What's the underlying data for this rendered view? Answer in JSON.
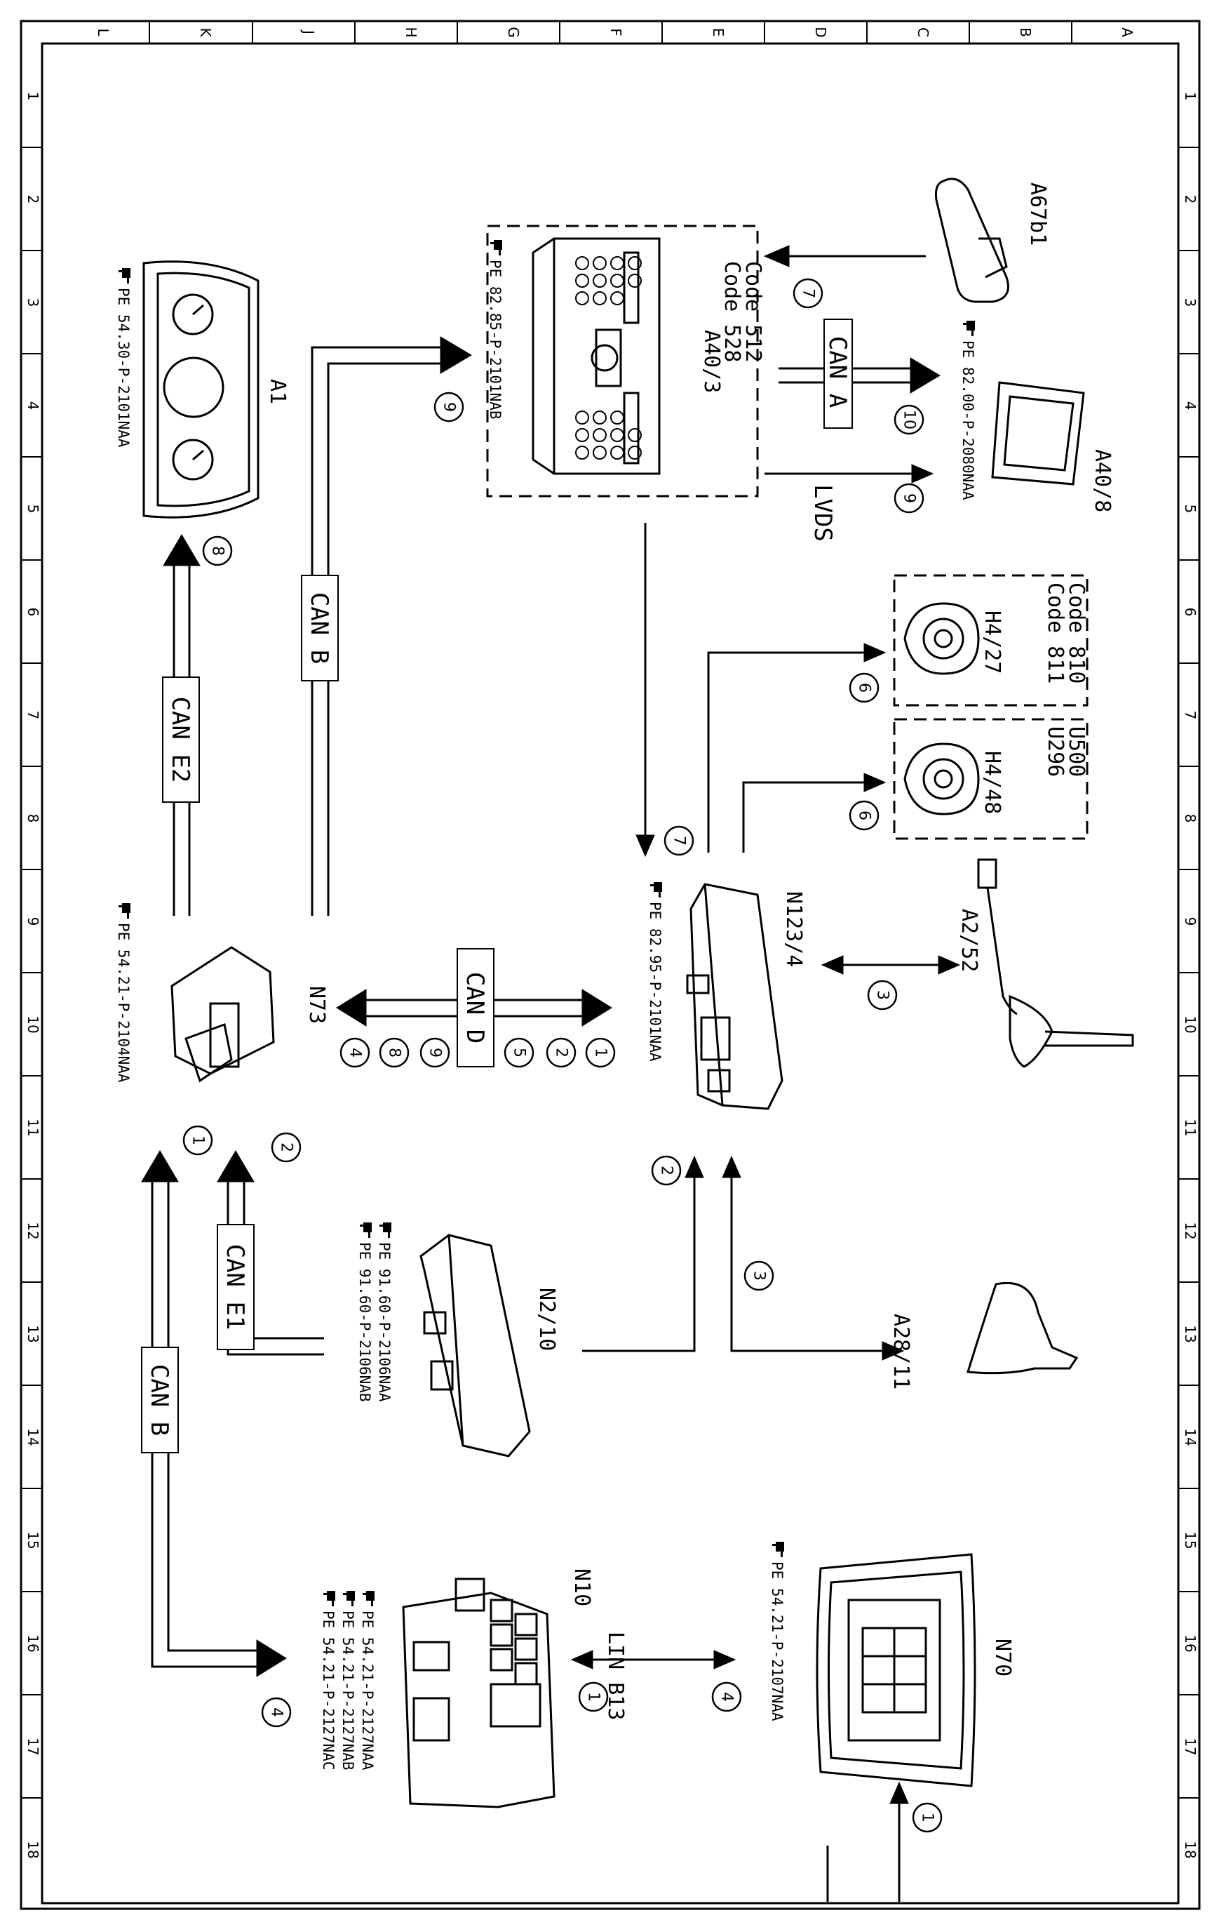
{
  "grid": {
    "columns": [
      "L",
      "K",
      "J",
      "H",
      "G",
      "F",
      "E",
      "D",
      "C",
      "B",
      "A"
    ],
    "rows": [
      "1",
      "2",
      "3",
      "4",
      "5",
      "6",
      "7",
      "8",
      "9",
      "10",
      "11",
      "12",
      "13",
      "14",
      "15",
      "16",
      "17",
      "18"
    ]
  },
  "components": {
    "A67b1": {
      "label": "A67b1"
    },
    "A40_3": {
      "label": "A40/3",
      "codes": [
        "Code 512",
        "Code 528"
      ],
      "ref": "PE 82.85-P-2101NAB"
    },
    "A40_8": {
      "label": "A40/8",
      "ref": "PE 82.00-P-2080NAA"
    },
    "A1": {
      "label": "A1",
      "ref": "PE 54.30-P-2101NAA"
    },
    "H4_27": {
      "label": "H4/27",
      "codes": [
        "Code 810",
        "Code 811"
      ]
    },
    "H4_48": {
      "label": "H4/48",
      "codes": [
        "U500",
        "U296"
      ]
    },
    "N123_4": {
      "label": "N123/4",
      "ref": "PE 82.95-P-2101NAA"
    },
    "A2_52": {
      "label": "A2/52"
    },
    "N73": {
      "label": "N73",
      "ref": "PE 54.21-P-2104NAA"
    },
    "N2_10": {
      "label": "N2/10",
      "refs": [
        "PE 91.60-P-2106NAA",
        "PE 91.60-P-2106NAB"
      ]
    },
    "A28_11": {
      "label": "A28/11"
    },
    "N10": {
      "label": "N10",
      "refs": [
        "PE 54.21-P-2127NAA",
        "PE 54.21-P-2127NAB",
        "PE 54.21-P-2127NAC"
      ]
    },
    "N70": {
      "label": "N70",
      "ref": "PE 54.21-P-2107NAA"
    }
  },
  "buses": {
    "can_a": "CAN A",
    "lvds": "LVDS",
    "can_b_top": "CAN B",
    "can_e2": "CAN E2",
    "can_d": "CAN D",
    "can_e1": "CAN E1",
    "can_b_bottom": "CAN B",
    "lin_b13": "LIN B13"
  },
  "markers": {
    "m7_a67": "7",
    "m10_cana": "10",
    "m9_lvds": "9",
    "m9_canb": "9",
    "m8_a1": "8",
    "m6_h427": "6",
    "m6_h448": "6",
    "m7_n123": "7",
    "m3_a252": "3",
    "m1_cand": "1",
    "m2_cand": "2",
    "m5_cand": "5",
    "m9_cand": "9",
    "m8_cand": "8",
    "m4_cand": "4",
    "m1_n73": "1",
    "m2_n73": "2",
    "m2_n210": "2",
    "m3_a2811": "3",
    "m4_n10": "4",
    "m1_lin": "1",
    "m4_lin": "4",
    "m1_n70": "1"
  }
}
